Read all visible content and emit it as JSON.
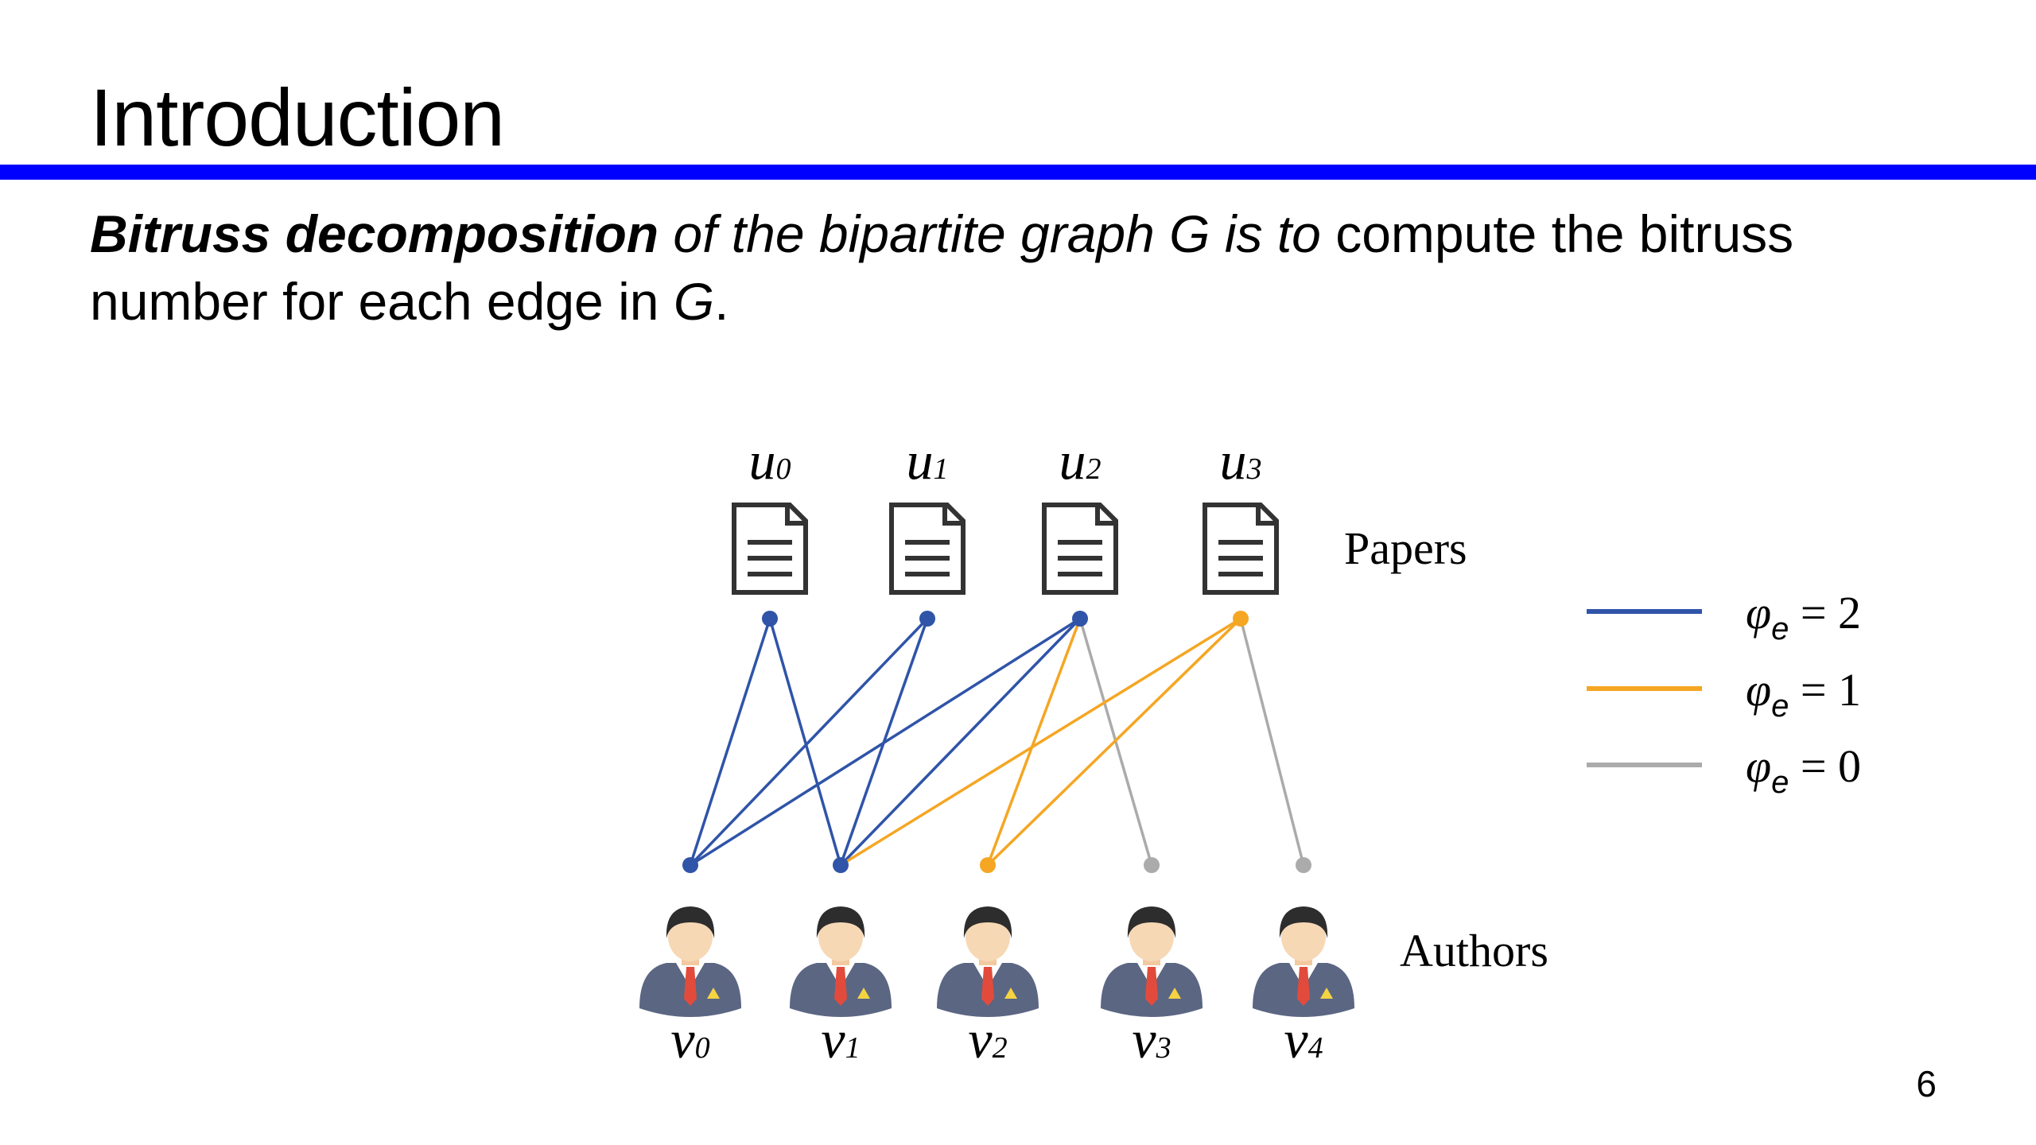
{
  "slide": {
    "title": "Introduction",
    "page_number": "6"
  },
  "body": {
    "term": "Bitruss decomposition",
    "part_italic": " of the bipartite graph G is to",
    "part_normal": " compute the bitruss number for each edge in ",
    "graph_symbol": "G",
    "period": "."
  },
  "graph": {
    "papers_label": "Papers",
    "authors_label": "Authors",
    "papers": [
      {
        "id": "u0",
        "base": "u",
        "sub": "0"
      },
      {
        "id": "u1",
        "base": "u",
        "sub": "1"
      },
      {
        "id": "u2",
        "base": "u",
        "sub": "2"
      },
      {
        "id": "u3",
        "base": "u",
        "sub": "3"
      }
    ],
    "authors": [
      {
        "id": "v0",
        "base": "v",
        "sub": "0"
      },
      {
        "id": "v1",
        "base": "v",
        "sub": "1"
      },
      {
        "id": "v2",
        "base": "v",
        "sub": "2"
      },
      {
        "id": "v3",
        "base": "v",
        "sub": "3"
      },
      {
        "id": "v4",
        "base": "v",
        "sub": "4"
      }
    ],
    "edges": [
      {
        "paper": "u0",
        "author": "v0",
        "phi": 2
      },
      {
        "paper": "u0",
        "author": "v1",
        "phi": 2
      },
      {
        "paper": "u1",
        "author": "v0",
        "phi": 2
      },
      {
        "paper": "u1",
        "author": "v1",
        "phi": 2
      },
      {
        "paper": "u2",
        "author": "v0",
        "phi": 2
      },
      {
        "paper": "u2",
        "author": "v1",
        "phi": 2
      },
      {
        "paper": "u2",
        "author": "v2",
        "phi": 1
      },
      {
        "paper": "u2",
        "author": "v3",
        "phi": 0
      },
      {
        "paper": "u3",
        "author": "v1",
        "phi": 1
      },
      {
        "paper": "u3",
        "author": "v2",
        "phi": 1
      },
      {
        "paper": "u3",
        "author": "v4",
        "phi": 0
      }
    ],
    "legend": [
      {
        "phi_symbol": "φ",
        "phi_sub": "e",
        "equals": " = ",
        "value": "2",
        "color": "#2F54A8"
      },
      {
        "phi_symbol": "φ",
        "phi_sub": "e",
        "equals": " = ",
        "value": "1",
        "color": "#F5A623"
      },
      {
        "phi_symbol": "φ",
        "phi_sub": "e",
        "equals": " = ",
        "value": "0",
        "color": "#ABABAB"
      }
    ],
    "colors": {
      "phi_2": "#2F54A8",
      "phi_1": "#F5A623",
      "phi_0": "#ABABAB",
      "author_suit": "#5B6683",
      "author_skin": "#F7D8B5",
      "author_hair": "#2D2D2D",
      "author_tie": "#E24B3B",
      "author_pin": "#F5D442",
      "paper_stroke": "#333333"
    },
    "icons": {
      "paper": "document-icon",
      "author": "person-icon"
    }
  }
}
